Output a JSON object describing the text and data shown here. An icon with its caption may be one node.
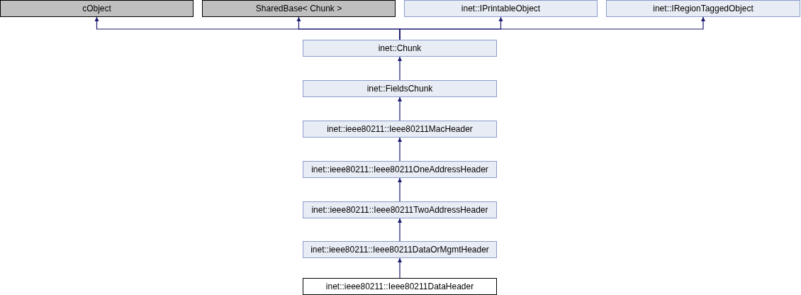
{
  "diagram": {
    "nodes": [
      {
        "text": [
          "cObject"
        ]
      },
      {
        "text": [
          "SharedBase< Chunk >"
        ]
      },
      {
        "text": [
          "inet::IPrintableObject"
        ]
      },
      {
        "text": [
          "inet::IRegionTaggedObject"
        ]
      },
      {
        "text": [
          "inet::Chunk"
        ]
      },
      {
        "text": [
          "inet::FieldsChunk"
        ]
      },
      {
        "text": [
          "inet::ieee80211::Ieee80211MacHeader"
        ]
      },
      {
        "text": [
          "inet::ieee80211::Ieee80211OneAddressHeader"
        ]
      },
      {
        "text": [
          "inet::ieee80211::Ieee80211TwoAddressHeader"
        ]
      },
      {
        "text": [
          "inet::ieee80211::Ieee80211DataOrMgmtHeader"
        ]
      },
      {
        "text": [
          "inet::ieee80211::Ieee80211DataHeader"
        ]
      }
    ],
    "edges": [
      {
        "from": 4,
        "to": 0,
        "arrow": "to"
      },
      {
        "from": 4,
        "to": 1,
        "arrow": "to"
      },
      {
        "from": 4,
        "to": 2,
        "arrow": "to"
      },
      {
        "from": 4,
        "to": 3,
        "arrow": "to"
      },
      {
        "from": 5,
        "to": 4,
        "arrow": "to"
      },
      {
        "from": 6,
        "to": 5,
        "arrow": "to"
      },
      {
        "from": 7,
        "to": 6,
        "arrow": "to"
      },
      {
        "from": 8,
        "to": 7,
        "arrow": "to"
      },
      {
        "from": 9,
        "to": 8,
        "arrow": "to"
      },
      {
        "from": 10,
        "to": 9,
        "arrow": "to"
      }
    ]
  }
}
